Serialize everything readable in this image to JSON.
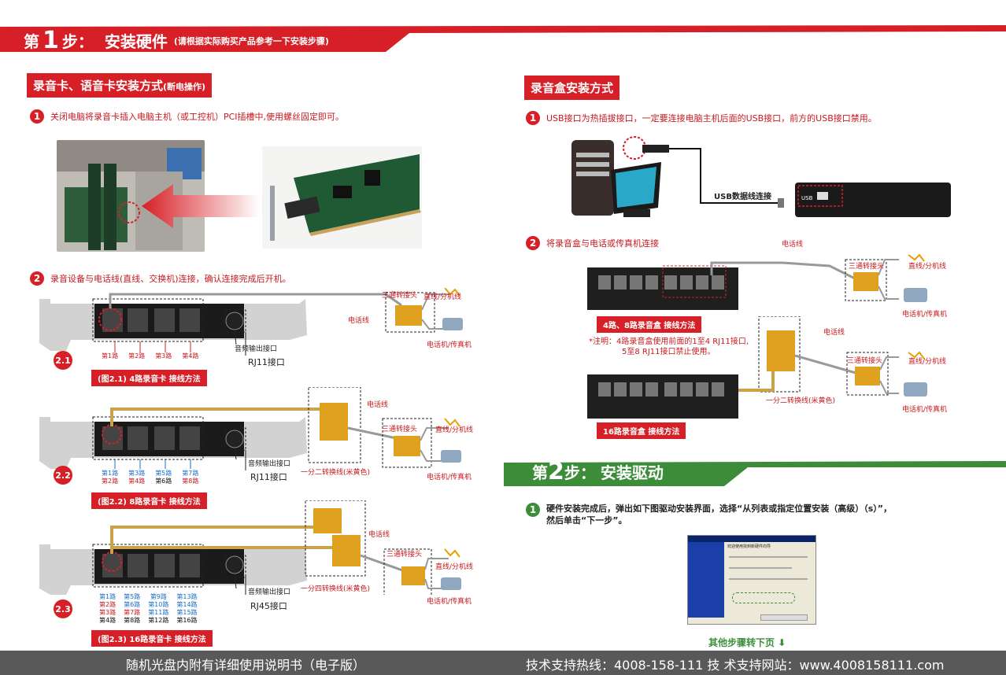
{
  "step1": {
    "prefix": "第",
    "number": "1",
    "suffix": "步：",
    "title": "安装硬件",
    "note": "(请根据实际购买产品参考一下安装步骤)"
  },
  "left_section": {
    "heading": "录音卡、语音卡安装方式",
    "heading_note": "(断电操作)",
    "item1": {
      "num": "1",
      "text": "关闭电脑将录音卡插入电脑主机（或工控机）PCI插槽中,使用螺丝固定即可。"
    },
    "item2": {
      "num": "2",
      "text": "录音设备与电话线(直线、交换机)连接，确认连接完成后开机。"
    },
    "fig1": {
      "badge": "2.1",
      "ports": [
        "第1路",
        "第2路",
        "第3路",
        "第4路"
      ],
      "audio_port": "音频输出接口",
      "jack": "RJ11接口",
      "phone_line": "电话线",
      "tee": "三通转接头",
      "direct_line": "直线/分机线",
      "phone": "电话机/传真机",
      "caption": "(图2.1) 4路录音卡 接线方法"
    },
    "fig2": {
      "badge": "2.2",
      "ports_top": [
        "第1路",
        "第3路",
        "第5路",
        "第7路"
      ],
      "ports_bottom": [
        "第2路",
        "第4路",
        "第6路",
        "第8路"
      ],
      "audio_port": "音频输出接口",
      "jack": "RJ11接口",
      "splitter": "一分二转换线(米黄色)",
      "phone_line": "电话线",
      "tee": "三通转接头",
      "direct_line": "直线/分机线",
      "phone": "电话机/传真机",
      "caption": "(图2.2) 8路录音卡 接线方法"
    },
    "fig3": {
      "badge": "2.3",
      "ports_cols": [
        [
          "第1路",
          "第2路",
          "第3路",
          "第4路"
        ],
        [
          "第5路",
          "第6路",
          "第7路",
          "第8路"
        ],
        [
          "第9路",
          "第10路",
          "第11路",
          "第12路"
        ],
        [
          "第13路",
          "第14路",
          "第15路",
          "第16路"
        ]
      ],
      "audio_port": "音频输出接口",
      "jack": "RJ45接口",
      "splitter": "一分四转换线(米黄色)",
      "phone_line": "电话线",
      "tee": "三通转接头",
      "direct_line": "直线/分机线",
      "phone": "电话机/传真机",
      "caption": "(图2.3) 16路录音卡 接线方法"
    }
  },
  "right_section": {
    "heading": "录音盒安装方式",
    "item1": {
      "num": "1",
      "text": "USB接口为热插拔接口，一定要连接电脑主机后面的USB接口，前方的USB接口禁用。"
    },
    "usb_cable": "USB数据线连接",
    "usb_port": "USB",
    "item2": {
      "num": "2",
      "text": "将录音盒与电话或传真机连接"
    },
    "box4_8": {
      "caption": "4路、8路录音盒 接线方法",
      "phone_line": "电话线",
      "tee": "三通转接头",
      "direct_line": "直线/分机线",
      "phone": "电话机/传真机"
    },
    "note_line1": "*注明：4路录音盒使用前面的1至4 RJ11接口,",
    "note_line2": "5至8 RJ11接口禁止使用。",
    "box16": {
      "caption": "16路录音盒 接线方法",
      "phone_line": "电话线",
      "splitter": "一分二转换线(米黄色)",
      "tee": "三通转接头",
      "direct_line": "直线/分机线",
      "phone": "电话机/传真机"
    }
  },
  "step2": {
    "prefix": "第",
    "number": "2",
    "suffix": "步：",
    "title": "安装驱动",
    "item1": {
      "num": "1",
      "line1": "硬件安装完成后，弹出如下图驱动安装界面，选择“从列表或指定位置安装（高级）（s）”，",
      "line2": "然后单击“下一步”。"
    },
    "wizard_title": "欢迎使用找到新硬件向导",
    "more": "其他步骤转下页"
  },
  "footer": {
    "left": "随机光盘内附有详细使用说明书（电子版）",
    "right": "技术支持热线：4008-158-111  技 术支持网站：www.4008158111.com"
  },
  "colors": {
    "red": "#d61f26",
    "green": "#3c8c3a",
    "cable": "#c9a24a",
    "footer": "#595959"
  }
}
